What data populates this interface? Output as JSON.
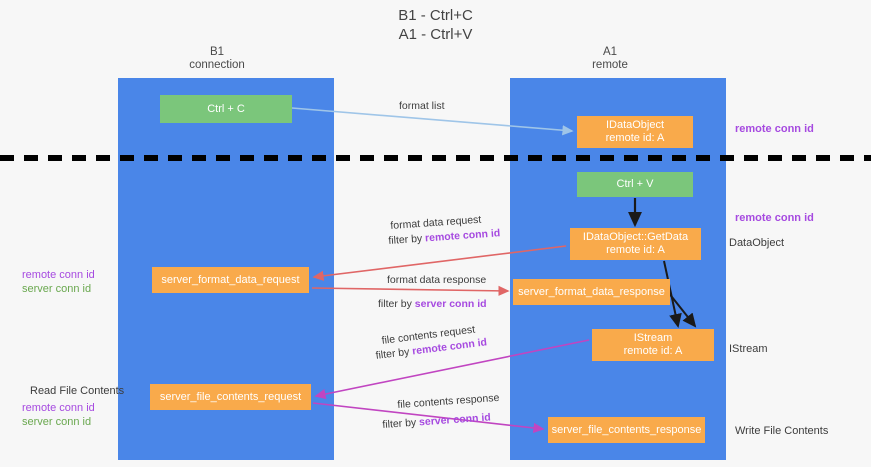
{
  "title": {
    "line1": "B1 - Ctrl+C",
    "line2": "A1 - Ctrl+V"
  },
  "columns": [
    {
      "id": "b1",
      "name": "B1",
      "role": "connection"
    },
    {
      "id": "a1",
      "name": "A1",
      "role": "remote"
    }
  ],
  "nodes": [
    {
      "id": "ctrl-c",
      "label": "Ctrl + C",
      "sub": "",
      "color": "#7bc67b"
    },
    {
      "id": "idataobject",
      "label": "IDataObject",
      "sub": "remote id: A",
      "color": "#f9aa4b"
    },
    {
      "id": "ctrl-v",
      "label": "Ctrl + V",
      "sub": "",
      "color": "#7bc67b"
    },
    {
      "id": "idataobject-getdata",
      "label": "IDataObject::GetData",
      "sub": "remote id: A",
      "color": "#f9aa4b"
    },
    {
      "id": "server-format-data-request",
      "label": "server_format_data_request",
      "sub": "",
      "color": "#f9aa4b"
    },
    {
      "id": "server-format-data-response",
      "label": "server_format_data_response",
      "sub": "",
      "color": "#f9aa4b"
    },
    {
      "id": "istream",
      "label": "IStream",
      "sub": "remote id: A",
      "color": "#f9aa4b"
    },
    {
      "id": "server-file-contents-request",
      "label": "server_file_contents_request",
      "sub": "",
      "color": "#f9aa4b"
    },
    {
      "id": "server-file-contents-response",
      "label": "server_file_contents_response",
      "sub": "",
      "color": "#f9aa4b"
    }
  ],
  "edge_labels": {
    "format_list": "format list",
    "format_data_request": "format data request",
    "format_data_request_filter_prefix": "filter by ",
    "format_data_request_filter_key": "remote conn id",
    "format_data_response": "format data response",
    "format_data_response_filter_prefix": "filter by ",
    "format_data_response_filter_key": "server conn id",
    "file_contents_request": "file contents request",
    "file_contents_request_filter_prefix": "filter by ",
    "file_contents_request_filter_key": "remote conn id",
    "file_contents_response": "file contents response",
    "file_contents_response_filter_prefix": "filter by ",
    "file_contents_response_filter_key": "server conn id"
  },
  "annotations": {
    "right_remote_conn_id_top": "remote conn id",
    "right_remote_conn_id_mid": "remote conn id",
    "right_dataobject": "DataObject",
    "right_istream": "IStream",
    "right_write_file_contents": "Write File Contents",
    "left_remote_conn_id_mid": "remote conn id",
    "left_server_conn_id_mid": "server conn id",
    "left_read_file_contents": "Read File Contents",
    "left_remote_conn_id_bottom": "remote conn id",
    "left_server_conn_id_bottom": "server conn id"
  },
  "colors": {
    "lane": "#4a86e8",
    "node_green": "#7bc67b",
    "node_orange": "#f9aa4b",
    "accent_purple": "#a64ae0",
    "accent_green": "#6aa84f",
    "accent_pink": "#e06666",
    "arrow_blue": "#9fc5e8",
    "arrow_red": "#e06666",
    "arrow_magenta": "#c145c1",
    "background": "#f7f7f7",
    "divider": "#000000"
  }
}
